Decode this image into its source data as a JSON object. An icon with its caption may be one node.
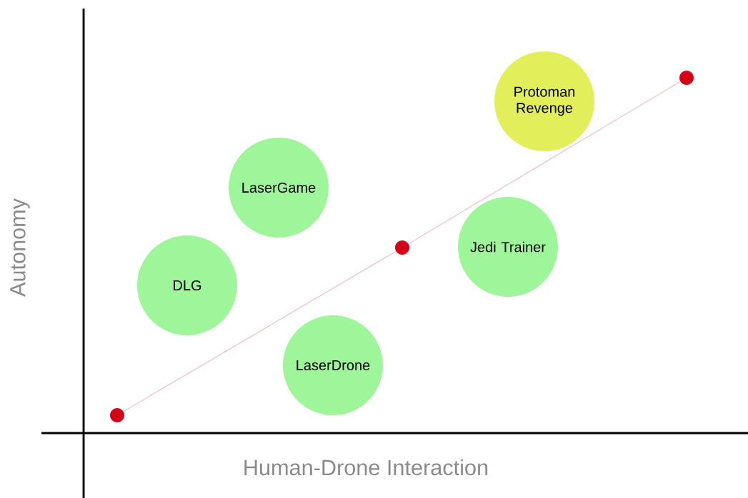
{
  "diagram": {
    "nodes": [
      {
        "text": [
          "DLG"
        ]
      },
      {
        "text": [
          "LaserGame"
        ]
      },
      {
        "text": [
          "LaserDrone"
        ]
      },
      {
        "text": [
          "Jedi Trainer"
        ]
      },
      {
        "text": [
          "Protoman Revenge"
        ]
      },
      {
        "text": [],
        "shape": "circle"
      },
      {
        "text": [],
        "shape": "circle"
      },
      {
        "text": [],
        "shape": "circle"
      }
    ],
    "edges": [
      {
        "from": 5,
        "to": 6,
        "arrow": "none"
      },
      {
        "from": 6,
        "to": 7,
        "arrow": "none"
      }
    ],
    "labels": [
      "Autonomy",
      "Human-Drone Interaction"
    ]
  }
}
